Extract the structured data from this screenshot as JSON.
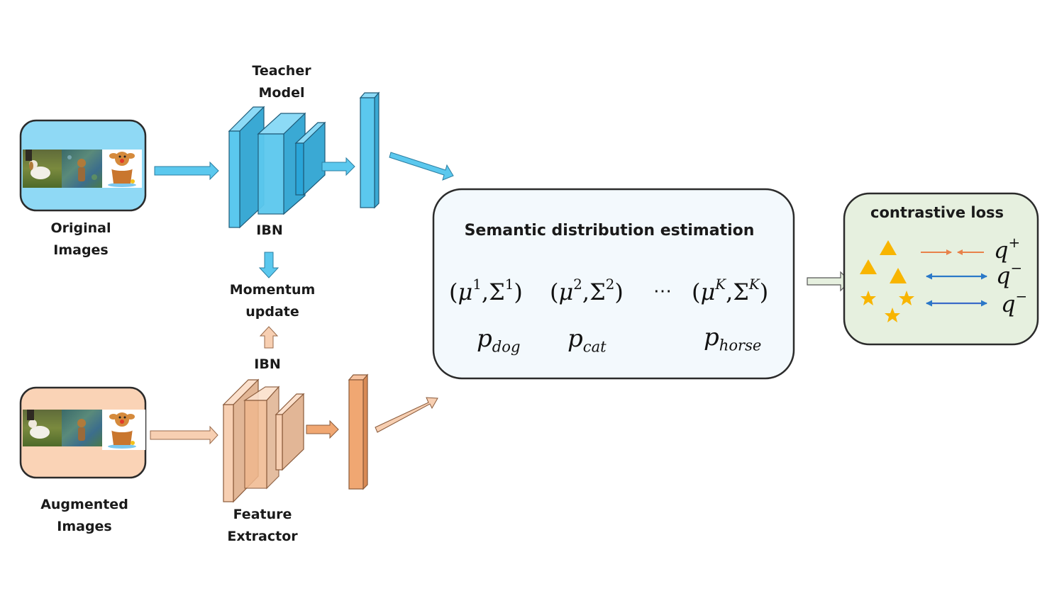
{
  "colors": {
    "teacher_blue": "#5bc8ee",
    "teacher_blue_side": "#3aa9d4",
    "student_peach": "#f7cfb2",
    "student_orange": "#f0a772",
    "semantic_box_bg": "#f3f9fd",
    "loss_box_bg": "#e6f0df",
    "marker_yellow": "#f8b500",
    "pull_arrow": "#e8824a",
    "push_arrow": "#2a78c8"
  },
  "top_branch": {
    "input_label_line1": "Original",
    "input_label_line2": "Images",
    "model_label_line1": "Teacher",
    "model_label_line2": "Model",
    "block_label": "IBN",
    "input_thumbnails": [
      "dog-photo",
      "stylized-dog",
      "cartoon-dog-in-bucket"
    ]
  },
  "momentum": {
    "line1": "Momentum",
    "line2": "update"
  },
  "bottom_branch": {
    "input_label_line1": "Augmented",
    "input_label_line2": "Images",
    "model_label_line1": "Feature",
    "model_label_line2": "Extractor",
    "block_label": "IBN",
    "input_thumbnails": [
      "dog-photo",
      "stylized-dog",
      "cartoon-dog-in-bucket"
    ]
  },
  "semantic_box": {
    "title": "Semantic distribution estimation",
    "params": [
      {
        "mu": "μ",
        "sigma": "Σ",
        "index": "1",
        "class_symbol": "p",
        "class_name": "dog"
      },
      {
        "mu": "μ",
        "sigma": "Σ",
        "index": "2",
        "class_symbol": "p",
        "class_name": "cat"
      },
      {
        "mu": "μ",
        "sigma": "Σ",
        "index": "K",
        "class_symbol": "p",
        "class_name": "horse"
      }
    ],
    "ellipsis": "⋯"
  },
  "loss_box": {
    "title": "contrastive loss",
    "relations": [
      {
        "symbol": "q",
        "sign": "+",
        "type": "pull"
      },
      {
        "symbol": "q",
        "sign": "−",
        "type": "push"
      },
      {
        "symbol": "q",
        "sign": "−",
        "type": "push"
      }
    ],
    "markers": {
      "triangles": 3,
      "stars": 3
    }
  }
}
